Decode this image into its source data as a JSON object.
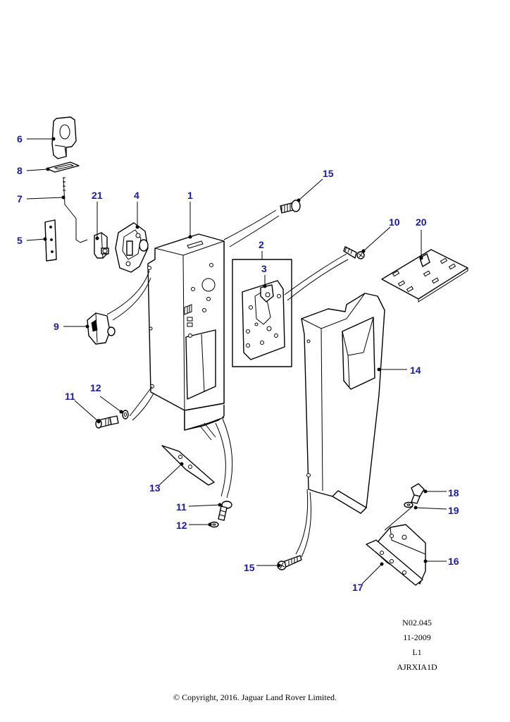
{
  "callouts": {
    "c1": "1",
    "c2": "2",
    "c3": "3",
    "c4": "4",
    "c5": "5",
    "c6": "6",
    "c7": "7",
    "c8": "8",
    "c9": "9",
    "c10": "10",
    "c11a": "11",
    "c11b": "11",
    "c12a": "12",
    "c12b": "12",
    "c13": "13",
    "c14": "14",
    "c15a": "15",
    "c15b": "15",
    "c16": "16",
    "c17": "17",
    "c18": "18",
    "c19": "19",
    "c20": "20",
    "c21": "21"
  },
  "reference": {
    "code": "N02.045",
    "date": "11-2009",
    "level": "L1",
    "id": "AJRXIA1D"
  },
  "copyright": "© Copyright, 2016. Jaguar Land Rover Limited.",
  "colors": {
    "callout": "#1a1aa8",
    "line": "#000000"
  }
}
